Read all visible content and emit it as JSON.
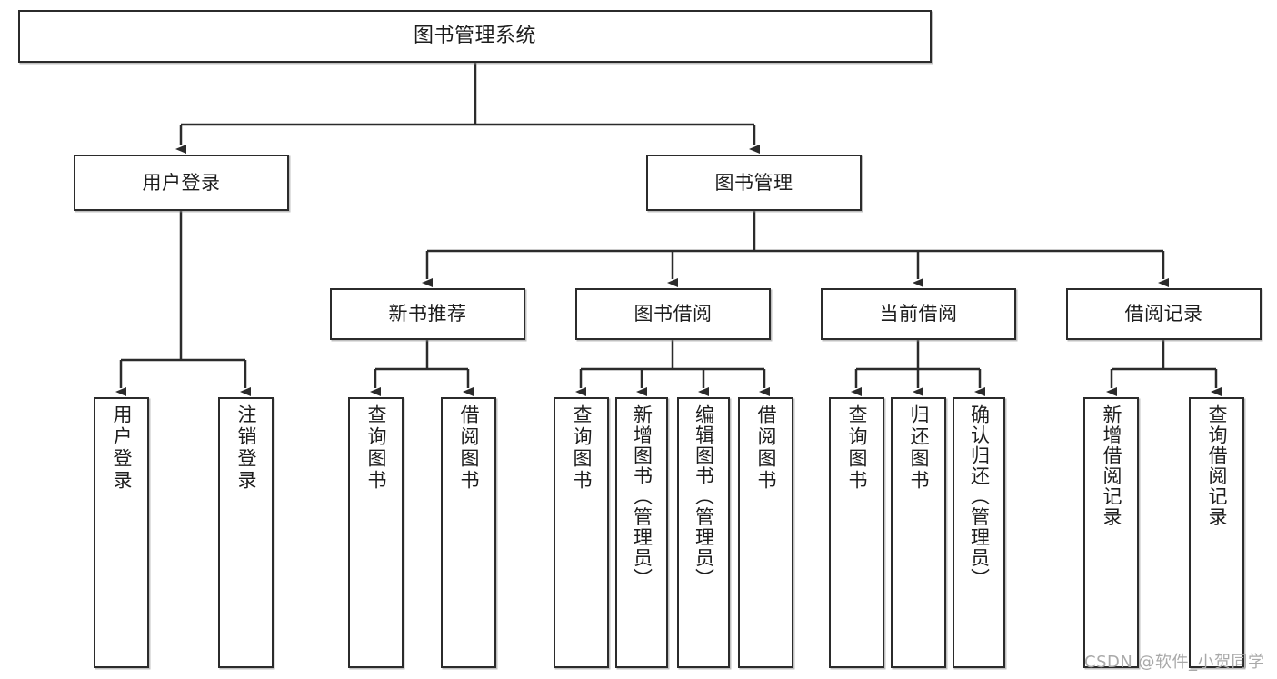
{
  "diagram": {
    "title": "图书管理系统",
    "type": "tree",
    "root": {
      "label": "图书管理系统"
    },
    "level2": [
      {
        "label": "用户登录"
      },
      {
        "label": "图书管理"
      }
    ],
    "level3": [
      {
        "label": "新书推荐"
      },
      {
        "label": "图书借阅"
      },
      {
        "label": "当前借阅"
      },
      {
        "label": "借阅记录"
      }
    ],
    "leaves": {
      "user_login": [
        {
          "label": "用户登录"
        },
        {
          "label": "注销登录"
        }
      ],
      "new_book_recommend": [
        {
          "label": "查询图书"
        },
        {
          "label": "借阅图书"
        }
      ],
      "book_borrow": [
        {
          "label": "查询图书"
        },
        {
          "label": "新增图书（管理员）"
        },
        {
          "label": "编辑图书（管理员）"
        },
        {
          "label": "借阅图书"
        }
      ],
      "current_borrow": [
        {
          "label": "查询图书"
        },
        {
          "label": "归还图书"
        },
        {
          "label": "确认归还（管理员）"
        }
      ],
      "borrow_record": [
        {
          "label": "新增借阅记录"
        },
        {
          "label": "查询借阅记录"
        }
      ]
    }
  },
  "watermark": {
    "text": "CSDN @软件_小贺同学"
  },
  "colors": {
    "stroke": "#2b2b2b",
    "fill": "#ffffff",
    "text": "#1d1d1d",
    "watermark": "#a9a9a9"
  }
}
